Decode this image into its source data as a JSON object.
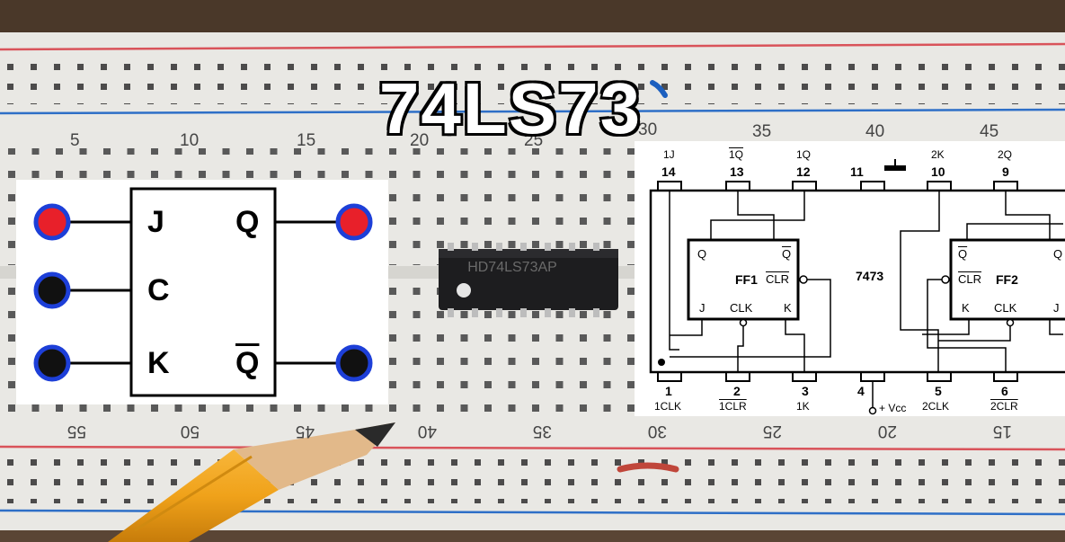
{
  "title": "74LS73",
  "breadboard": {
    "top_numbers": [
      "5",
      "10",
      "15",
      "20",
      "25",
      "30",
      "35",
      "40",
      "45"
    ],
    "bottom_numbers": [
      "55",
      "50",
      "45",
      "40",
      "35",
      "30",
      "25",
      "20",
      "15"
    ],
    "chip_marking": "HD74LS73AP"
  },
  "jk_symbol": {
    "inputs": [
      "J",
      "C",
      "K"
    ],
    "outputs": [
      "Q",
      "Q"
    ],
    "pin_colors": {
      "j": "#e8202a",
      "c": "#111111",
      "k": "#111111",
      "q": "#e8202a",
      "qbar": "#111111"
    },
    "ring_color": "#1d3fd8"
  },
  "ic_diagram": {
    "part": "7473",
    "top_pins": [
      {
        "label": "1J",
        "num": "14"
      },
      {
        "label": "1Q",
        "num": "13",
        "bar": true
      },
      {
        "label": "1Q",
        "num": "12"
      },
      {
        "label": "",
        "num": "11"
      },
      {
        "label": "2K",
        "num": "10"
      },
      {
        "label": "2Q",
        "num": "9"
      }
    ],
    "bottom_pins": [
      {
        "num": "1",
        "label": "1CLK"
      },
      {
        "num": "2",
        "label": "1CLR"
      },
      {
        "num": "3",
        "label": "1K"
      },
      {
        "num": "4",
        "label": "+ Vcc"
      },
      {
        "num": "5",
        "label": "2CLK"
      },
      {
        "num": "6",
        "label": "2CLR"
      }
    ],
    "ff1": {
      "name": "FF1",
      "q": "Q",
      "qbar": "Q",
      "clr": "CLR",
      "j": "J",
      "clk": "CLK",
      "k": "K"
    },
    "ff2": {
      "name": "FF2",
      "qbar": "Q",
      "q": "Q",
      "clr": "CLR",
      "k": "K",
      "clk": "CLK",
      "j": "J"
    }
  }
}
